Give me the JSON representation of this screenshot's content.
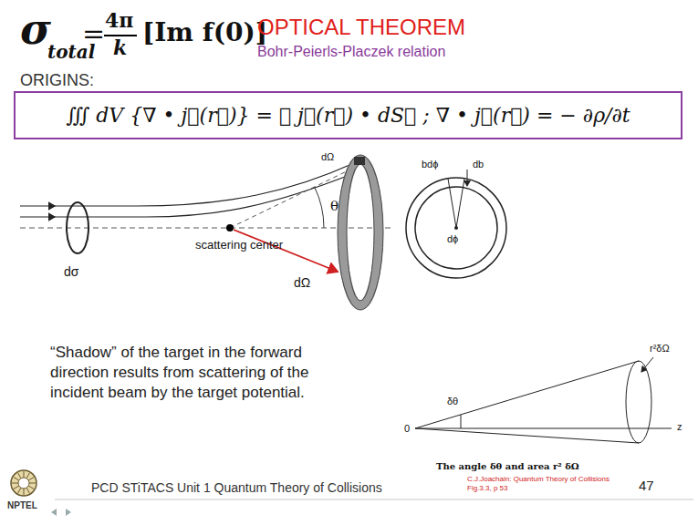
{
  "diagram": {
    "title": "OPTICAL THEOREM",
    "caption": "The angle δθ and area r² δΩ",
    "nodes": [
      {
        "text": [
          "∭ dV {∇ • j⃗(r⃗)} = ∯ j⃗(r⃗) • dS⃗ ; ∇ • j⃗(r⃗) = − ∂ρ/∂t"
        ]
      }
    ],
    "labels": [
      "σ",
      "total",
      "=",
      "4π",
      "k",
      "[Im f(0)]",
      "Bohr-Peierls-Placzek relation",
      "ORIGINS:",
      "θ",
      "dσ",
      "scattering center",
      "dΩ",
      "dΩ",
      "bdϕ",
      "db",
      "dϕ",
      "“Shadow” of the target in the forward direction results from scattering of the incident beam by the target potential.",
      "δθ",
      "0",
      "z",
      "r²δΩ",
      "PCD STiTACS Unit 1 Quantum Theory of Collisions",
      "C.J.Joachain: Quantum Theory of Collisions",
      "Fig.3.3, p 53",
      "47",
      "NPTEL"
    ]
  }
}
